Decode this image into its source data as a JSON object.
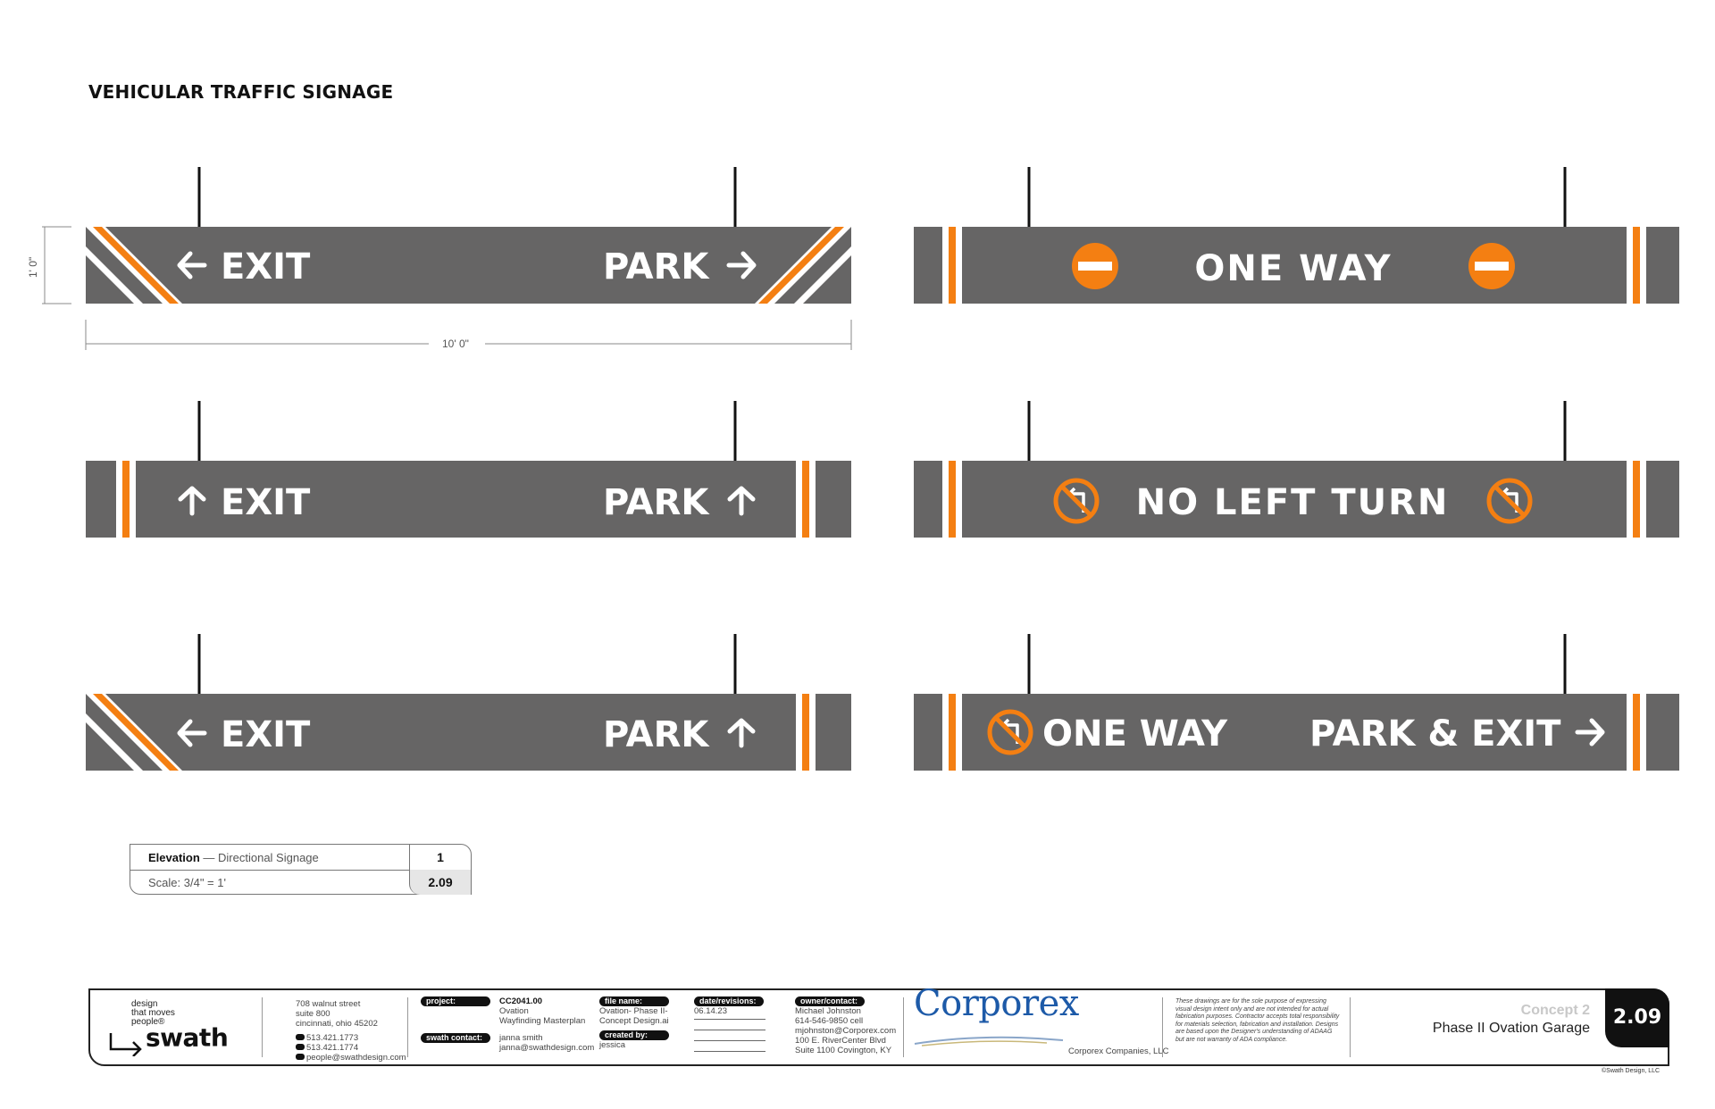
{
  "page_title": "VEHICULAR TRAFFIC SIGNAGE",
  "colors": {
    "sign_gray": "#666565",
    "accent_orange": "#f47f12",
    "white": "#ffffff"
  },
  "dimensions": {
    "height_label": "1' 0\"",
    "width_label": "10' 0\""
  },
  "signs": {
    "a": {
      "left_text": "EXIT",
      "left_icon": "arrow-left-icon",
      "right_text": "PARK",
      "right_icon": "arrow-right-icon"
    },
    "b": {
      "center_text": "ONE WAY",
      "icon": "do-not-enter-icon"
    },
    "c": {
      "left_text": "EXIT",
      "left_icon": "arrow-up-icon",
      "right_text": "PARK",
      "right_icon": "arrow-up-icon"
    },
    "d": {
      "center_text": "NO LEFT TURN",
      "icon": "no-left-turn-icon"
    },
    "e": {
      "left_text": "EXIT",
      "left_icon": "arrow-left-icon",
      "right_text": "PARK",
      "right_icon": "arrow-up-icon"
    },
    "f": {
      "left_text": "ONE WAY",
      "left_icon": "no-left-turn-icon",
      "right_text": "PARK & EXIT",
      "right_icon": "arrow-right-icon"
    }
  },
  "elevation": {
    "label_bold": "Elevation",
    "label_rest": " — Directional Signage",
    "number": "1",
    "scale": "Scale: 3/4\" = 1'",
    "sheet": "2.09"
  },
  "title_block": {
    "tagline_1": "design",
    "tagline_2": "that moves",
    "tagline_3": "people®",
    "logo_text": "swath",
    "address_1": "708 walnut street",
    "address_2": "suite 800",
    "address_3": "cincinnati, ohio 45202",
    "phone": "513.421.1773",
    "fax": "513.421.1774",
    "email": "people@swathdesign.com",
    "project_label": "project:",
    "project_code": "CC2041.00",
    "project_name_1": "Ovation",
    "project_name_2": "Wayfinding Masterplan",
    "swath_contact_label": "swath contact:",
    "swath_contact_name": "janna smith",
    "swath_contact_email": "janna@swathdesign.com",
    "file_label": "file name:",
    "file_name_1": "Ovation- Phase II-",
    "file_name_2": "Concept Design.ai",
    "created_label": "created by:",
    "created_by": "jessica",
    "date_label": "date/revisions:",
    "date": "06.14.23",
    "owner_label": "owner/contact:",
    "owner_1": "Michael Johnston",
    "owner_2": "614-546-9850 cell",
    "owner_3": "mjohnston@Corporex.com",
    "owner_4": "100 E. RiverCenter Blvd",
    "owner_5": "Suite 1100 Covington, KY",
    "client_logo": "Corporex",
    "client_name": "Corporex Companies, LLC",
    "disclaimer": "These drawings are for the sole purpose of expressing visual design intent only and are not intended for actual fabrication purposes. Contractor accepts total responsibility for materials selection, fabrication and installation. Designs are based upon the Designer's understanding of ADAAG but are not warranty of ADA compliance.",
    "concept": "Concept 2",
    "project_title": "Phase II Ovation Garage",
    "sheet_number": "2.09",
    "copyright": "©Swath Design, LLC"
  }
}
